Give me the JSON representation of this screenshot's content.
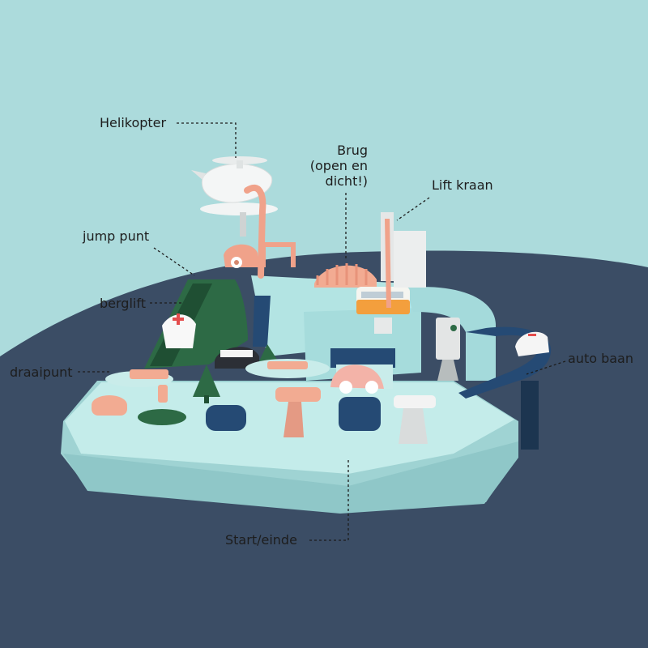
{
  "colors": {
    "background_top": "#acdbdc",
    "background_bottom": "#3b4d65",
    "leader_line": "#1d1d1d",
    "playset_base": "#b5e3e2",
    "accent_peach": "#f2ab92",
    "accent_green": "#2d6a45",
    "accent_navy": "#254a74"
  },
  "labels": {
    "helikopter": "Helikopter",
    "brug_line1": "Brug",
    "brug_line2": "(open en",
    "brug_line3": "dicht!)",
    "lift_kraan": "Lift kraan",
    "jump_punt": "jump punt",
    "berglift": "berglift",
    "draaipunt": "draaipunt",
    "auto_baan": "auto baan",
    "start_einde": "Start/einde"
  }
}
